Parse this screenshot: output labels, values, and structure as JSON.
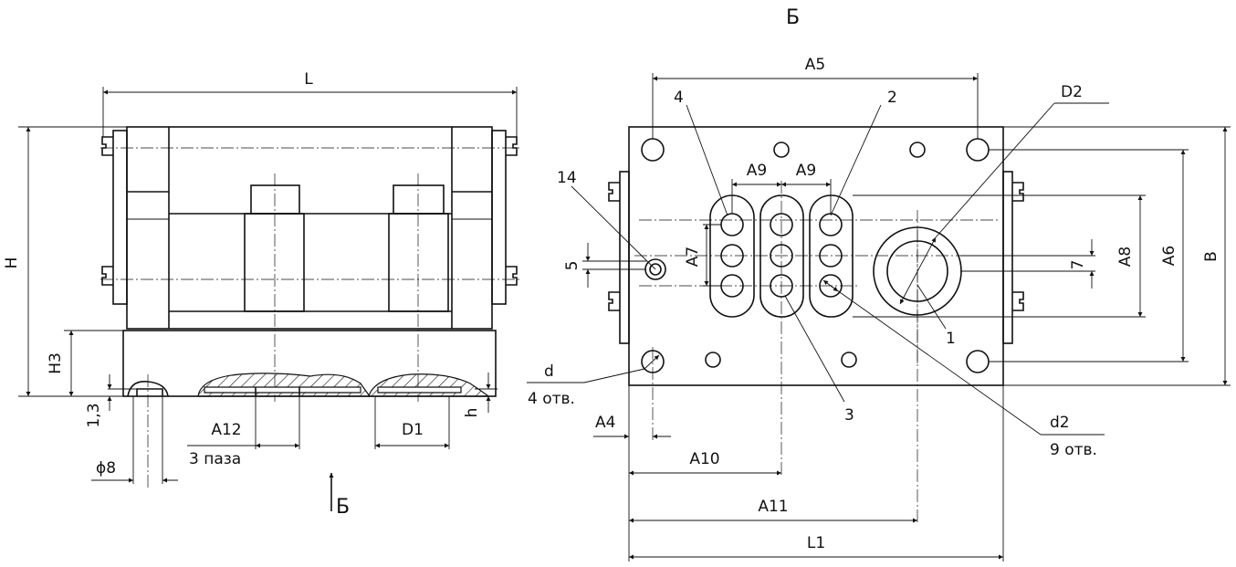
{
  "view_title": "Б",
  "view_arrow_label": "Б",
  "dimensions": {
    "L": "L",
    "H": "H",
    "H3": "H3",
    "v13": "1,3",
    "phi8": "ϕ8",
    "A12": "A12",
    "slots_note": "3 паза",
    "D1": "D1",
    "h": "h",
    "A5": "A5",
    "A9a": "A9",
    "A9b": "A9",
    "A7": "A7",
    "v5": "5",
    "v7": "7",
    "A8": "A8",
    "A6": "A6",
    "B": "B",
    "D2": "D2",
    "d": "d",
    "d_note": "4 отв.",
    "A4": "A4",
    "A10": "A10",
    "A11": "A11",
    "L1": "L1",
    "d2": "d2",
    "d2_note": "9 отв."
  },
  "callouts": {
    "p1": "1",
    "p2": "2",
    "p3": "3",
    "p4": "4",
    "p14": "14"
  }
}
